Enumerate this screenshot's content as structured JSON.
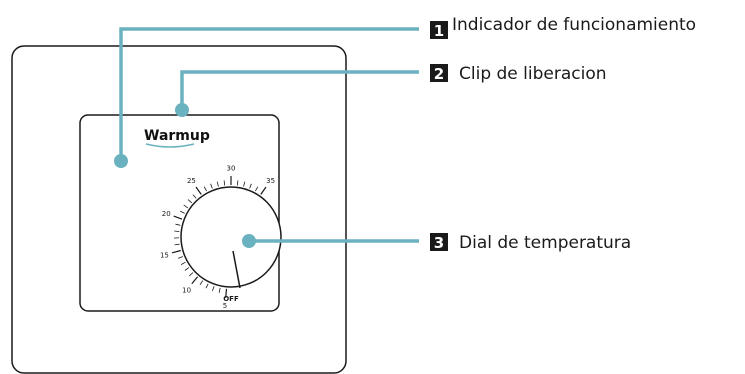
{
  "brand": "Warmup",
  "callouts": [
    {
      "number": "1",
      "label": "Indicador de funcionamiento"
    },
    {
      "number": "2",
      "label": "Clip de liberacion"
    },
    {
      "number": "3",
      "label": "Dial de temperatura"
    }
  ],
  "dial": {
    "scale_labels": [
      "5",
      "10",
      "15",
      "20",
      "25",
      "30",
      "35"
    ],
    "off_label": "OFF"
  },
  "colors": {
    "leader_line": "#6ab2bf",
    "badge_fill": "#1a1a1a",
    "outline": "#1a1a1a"
  }
}
